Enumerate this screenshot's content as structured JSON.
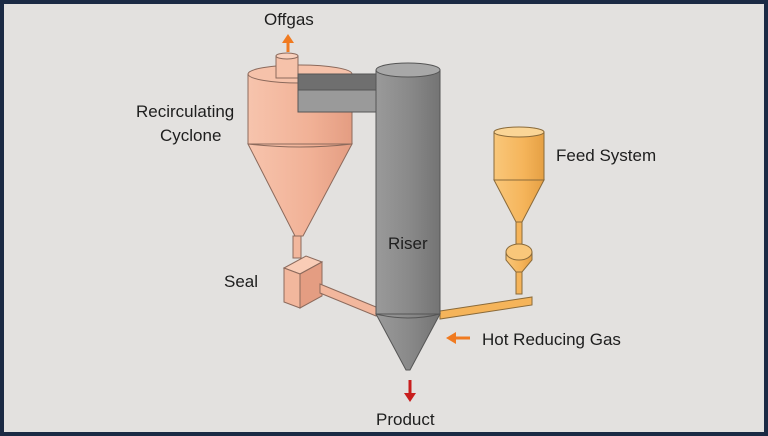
{
  "labels": {
    "offgas": "Offgas",
    "recirculating_cyclone_line1": "Recirculating",
    "recirculating_cyclone_line2": "Cyclone",
    "feed_system": "Feed System",
    "riser": "Riser",
    "seal": "Seal",
    "hot_reducing_gas": "Hot Reducing Gas",
    "product": "Product"
  },
  "colors": {
    "background": "#e3e1df",
    "frame": "#1b2a44",
    "riser": "#8d8d8d",
    "cyclone": "#f2b79d",
    "feed": "#f5b45a",
    "arrow_orange": "#f07a20",
    "arrow_red": "#c81e1e"
  }
}
